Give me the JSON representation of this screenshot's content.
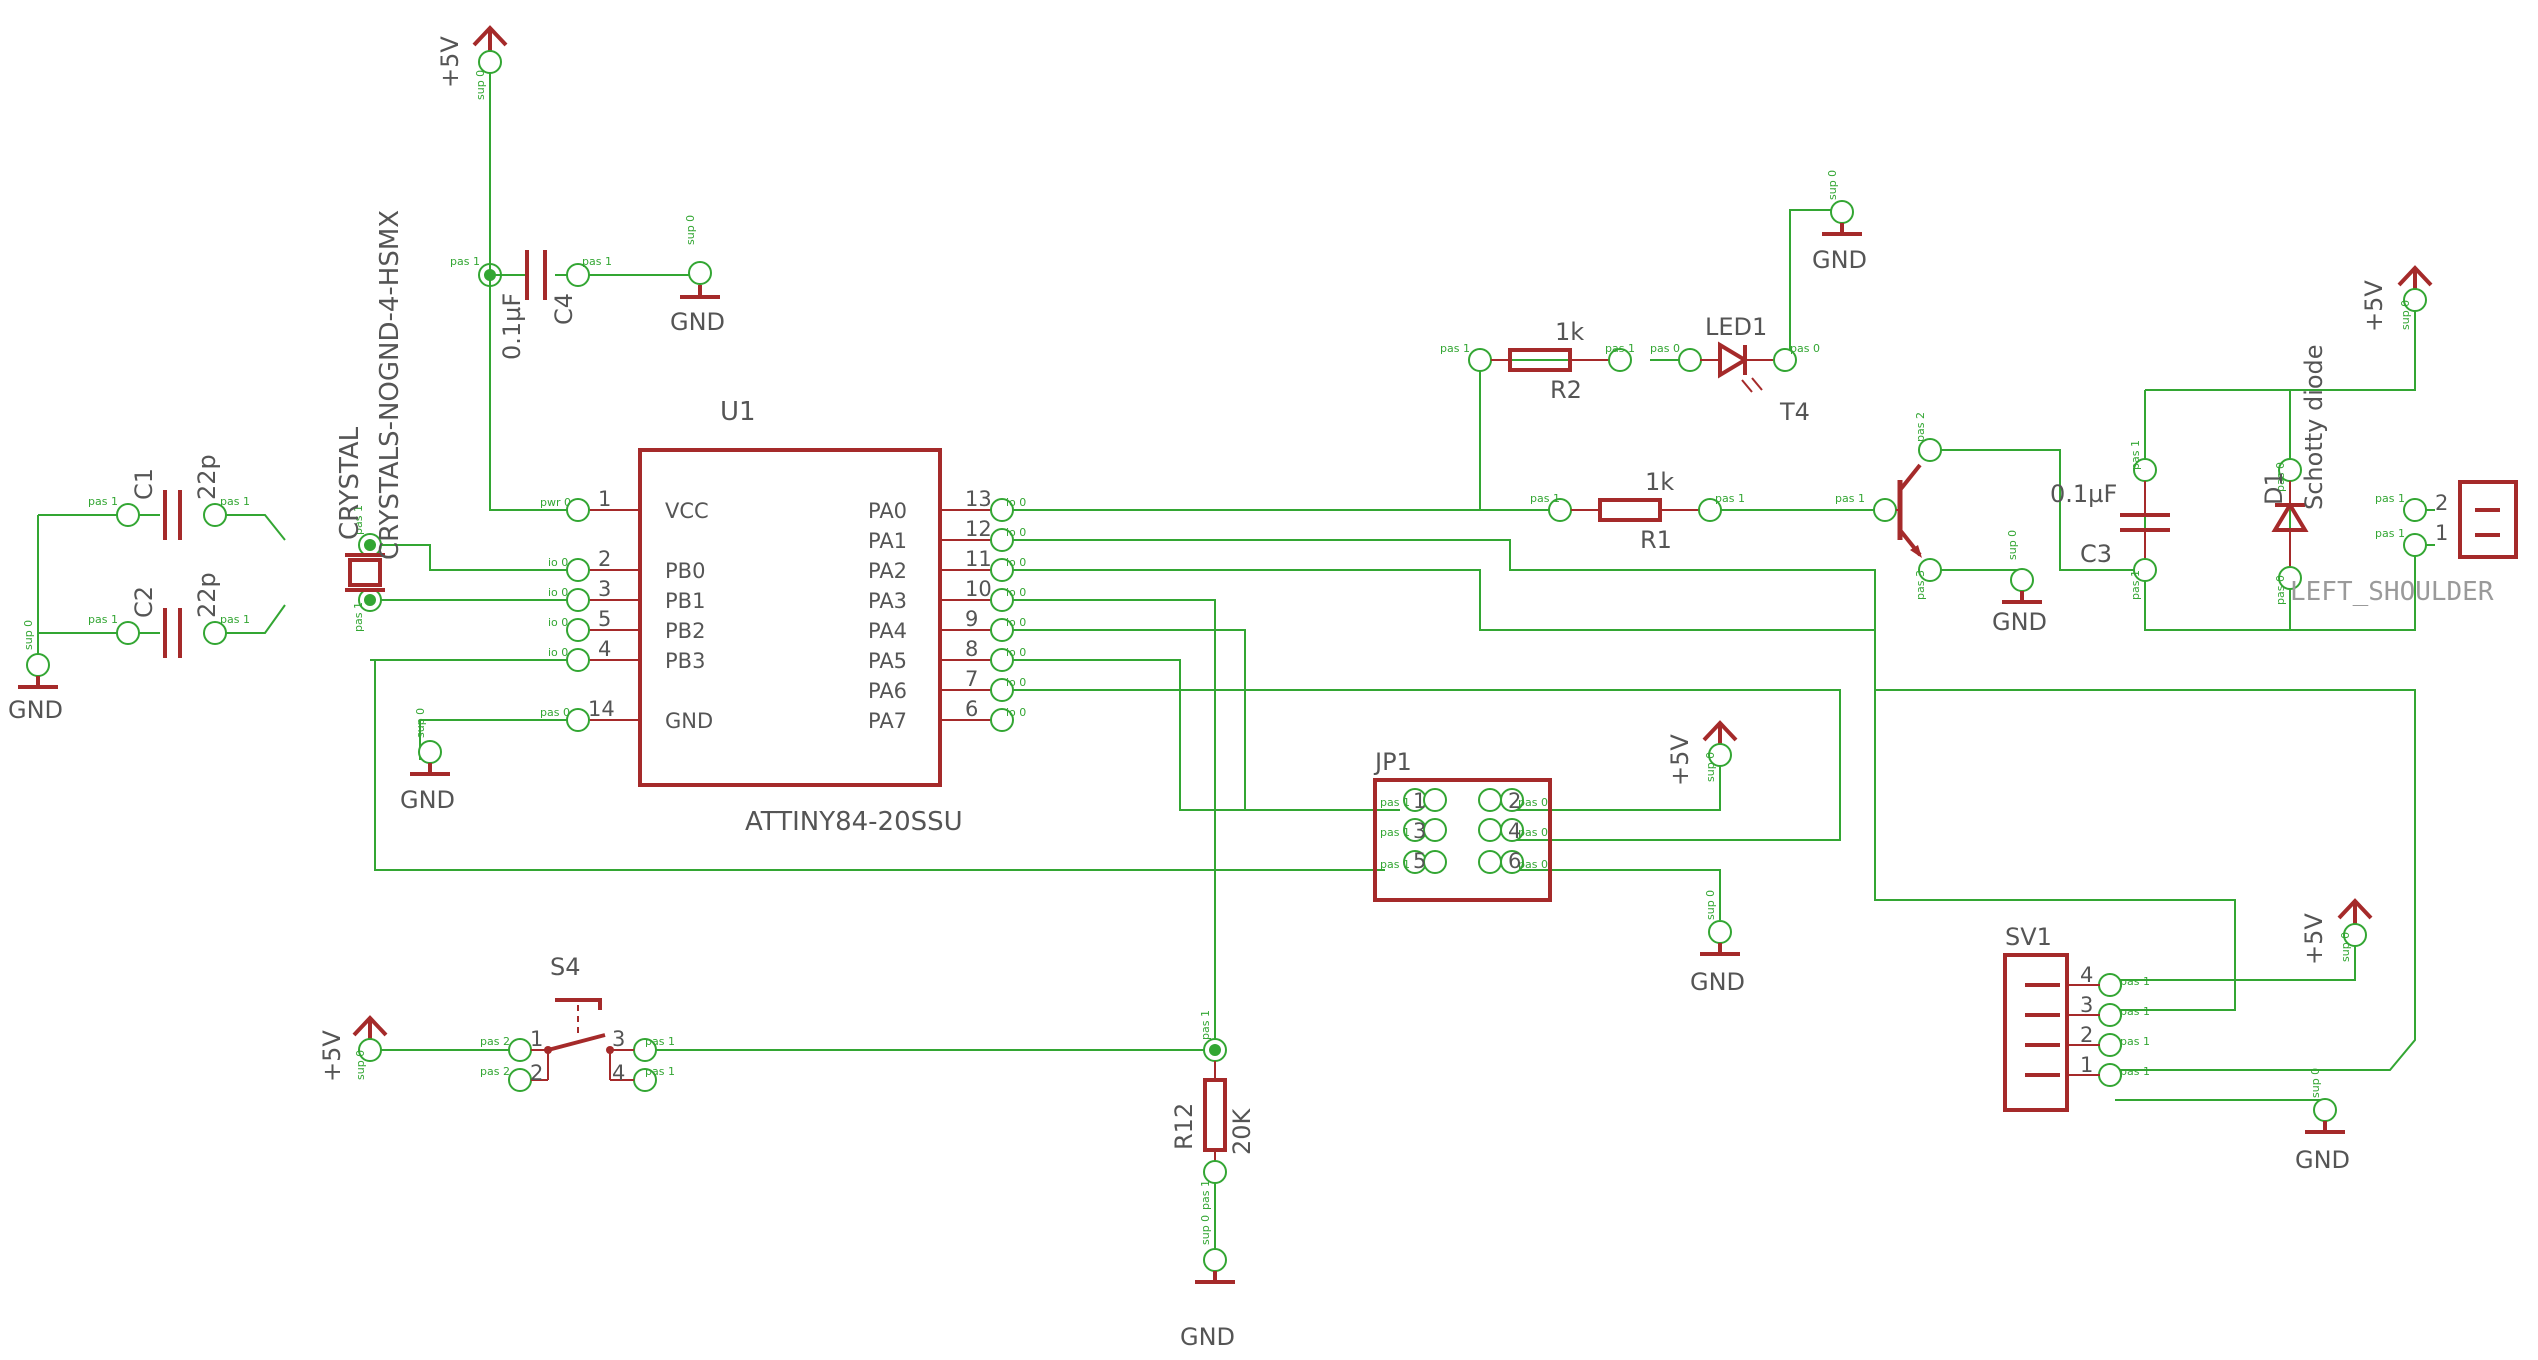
{
  "colors": {
    "wire": "#33a633",
    "symbol": "#a52a2a",
    "text": "#555555"
  },
  "u1": {
    "ref": "U1",
    "part": "ATTINY84-20SSU",
    "left_pins": [
      {
        "num": "1",
        "name": "VCC",
        "type": "pwr 0"
      },
      {
        "num": "2",
        "name": "PB0",
        "type": "io 0"
      },
      {
        "num": "3",
        "name": "PB1",
        "type": "io 0"
      },
      {
        "num": "5",
        "name": "PB2",
        "type": "io 0"
      },
      {
        "num": "4",
        "name": "PB3",
        "type": "io 0"
      },
      {
        "num": "14",
        "name": "GND",
        "type": "pas 0"
      }
    ],
    "right_pins": [
      {
        "num": "13",
        "name": "PA0",
        "type": "io 0"
      },
      {
        "num": "12",
        "name": "PA1",
        "type": "io 0"
      },
      {
        "num": "11",
        "name": "PA2",
        "type": "io 0"
      },
      {
        "num": "10",
        "name": "PA3",
        "type": "io 0"
      },
      {
        "num": "9",
        "name": "PA4",
        "type": "io 0"
      },
      {
        "num": "8",
        "name": "PA5",
        "type": "io 0"
      },
      {
        "num": "7",
        "name": "PA6",
        "type": "io 0"
      },
      {
        "num": "6",
        "name": "PA7",
        "type": "io 0"
      }
    ]
  },
  "supply": {
    "vcc": "+5V",
    "gnd": "GND",
    "sup": "sup 0"
  },
  "pin_tags": {
    "pas1": "pas 1",
    "pas2": "pas 2",
    "pas3": "pas 3",
    "pas0": "pas 0"
  },
  "c1": {
    "ref": "C1",
    "value": "22p"
  },
  "c2": {
    "ref": "C2",
    "value": "22p"
  },
  "c3": {
    "ref": "C3",
    "value": "0.1µF"
  },
  "c4": {
    "ref": "C4",
    "value": "0.1µF"
  },
  "crystal": {
    "ref": "CRYSTAL",
    "part": "CRYSTALS-NOGND-4-HSMX"
  },
  "r1": {
    "ref": "R1",
    "value": "1k"
  },
  "r2": {
    "ref": "R2",
    "value": "1k"
  },
  "r12": {
    "ref": "R12",
    "value": "20K"
  },
  "led1": {
    "ref": "LED1"
  },
  "t4": {
    "ref": "T4"
  },
  "d1": {
    "ref": "D1",
    "value": "Schotty diode"
  },
  "connector": {
    "ref": "LEFT_SHOULDER",
    "pins": [
      "2",
      "1"
    ]
  },
  "jp1": {
    "ref": "JP1",
    "pins": [
      "1",
      "2",
      "3",
      "4",
      "5",
      "6"
    ]
  },
  "sv1": {
    "ref": "SV1",
    "pins": [
      "4",
      "3",
      "2",
      "1"
    ]
  },
  "s4": {
    "ref": "S4",
    "pins": [
      "1",
      "2",
      "3",
      "4"
    ]
  }
}
